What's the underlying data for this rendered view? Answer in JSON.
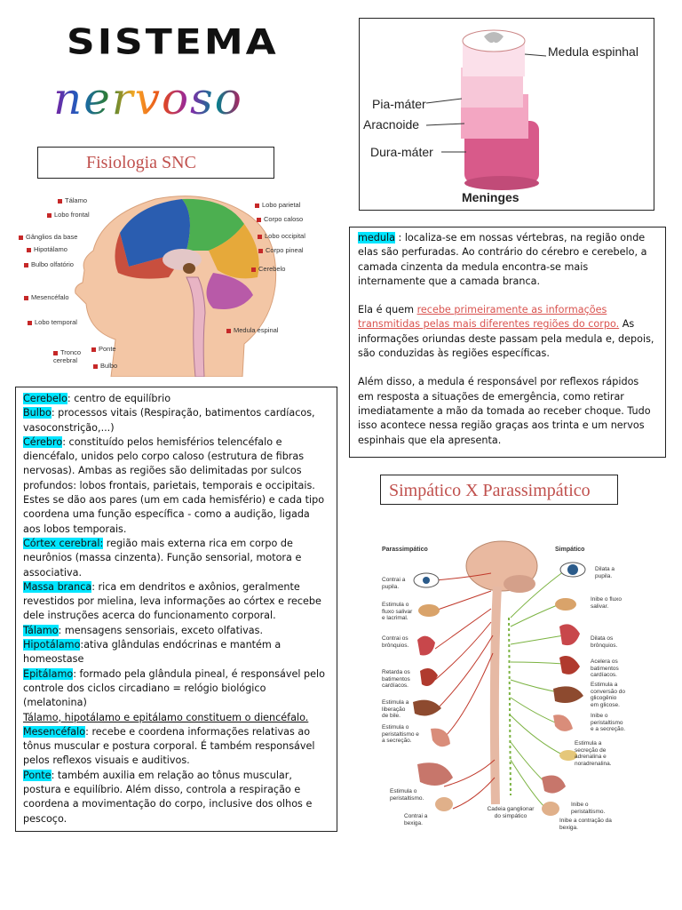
{
  "header": {
    "title_main": "SISTEMA",
    "title_script": "nervoso"
  },
  "snc": {
    "title": "Fisiologia SNC"
  },
  "brain_labels": {
    "talamo": "Tálamo",
    "lobo_frontal": "Lobo frontal",
    "ganglios_base": "Gânglios da base",
    "hipotalamo": "Hipotálamo",
    "bulbo_olfatorio": "Bulbo olfatório",
    "mesencefalo": "Mesencéfalo",
    "lobo_temporal": "Lobo temporal",
    "tronco_cerebral": "Tronco cerebral",
    "ponte": "Ponte",
    "bulbo": "Bulbo",
    "lobo_parietal": "Lobo parietal",
    "corpo_caloso": "Corpo caloso",
    "lobo_occipital": "Lobo occipital",
    "corpo_pineal": "Corpo pineal",
    "cerebelo": "Cerebelo",
    "medula_espinal": "Medula espinal"
  },
  "meninges_fig": {
    "medula_espinhal": "Medula espinhal",
    "pia_mater": "Pia-máter",
    "aracnoide": "Aracnoide",
    "dura_mater": "Dura-máter",
    "caption": "Meninges"
  },
  "left_box": {
    "cerebelo_term": "Cerebelo",
    "cerebelo_text": ": centro de equilíbrio",
    "bulbo_term": "Bulbo",
    "bulbo_text": ": processos vitais (Respiração, batimentos cardíacos, vasoconstrição,...)",
    "cerebro_term": "Cérebro",
    "cerebro_text": ": constituído pelos hemisférios telencéfalo e diencéfalo, unidos pelo corpo caloso (estrutura de fibras nervosas). Ambas as regiões são delimitadas por sulcos profundos: lobos frontais, parietais, temporais e occipitais. Estes se dão aos pares (um em cada hemisfério) e cada tipo coordena uma função específica - como a audição, ligada aos lobos temporais.",
    "cortex_term": "Córtex cerebral:",
    "cortex_text": " região mais externa rica em corpo de neurônios (massa cinzenta). Função sensorial, motora e associativa.",
    "massa_term": "Massa branca",
    "massa_text": ": rica em dendritos e axônios, geralmente revestidos por mielina, leva informações ao córtex e recebe dele instruções acerca do funcionamento corporal.",
    "talamo_term": "Tálamo",
    "talamo_text": ": mensagens sensoriais, exceto olfativas.",
    "hipotalamo_term": "Hipotálamo",
    "hipotalamo_text": ":ativa glândulas endócrinas e mantém a homeostase",
    "epitalamo_term": "Epitálamo",
    "epitalamo_text": ": formado pela glândula pineal, é responsável pelo controle dos ciclos circadiano = relógio biológico (melatonina)",
    "diencefalo_text": "Tálamo, hipotálamo e epitálamo constituem o diencéfalo.",
    "mesencefalo_term": "Mesencéfalo",
    "mesencefalo_text": ": recebe e coordena informações relativas ao tônus muscular e postura corporal. É também responsável pelos reflexos visuais e auditivos.",
    "ponte_term": "Ponte",
    "ponte_text": ": também auxilia em relação ao tônus muscular, postura e equilíbrio. Além disso, controla a respiração e coordena a movimentação do corpo, inclusive dos olhos e pescoço."
  },
  "right_box": {
    "medula_term": "medula",
    "medula_text": " : localiza-se em nossas vértebras, na região onde elas são perfuradas. Ao contrário do cérebro e cerebelo, a camada cinzenta da medula encontra-se mais internamente que a camada branca.",
    "p2_start": "Ela é quem ",
    "p2_red": "recebe primeiramente as informações transmitidas pelas mais diferentes regiões do corpo.",
    "p2_end": " As informações oriundas deste passam pela medula e, depois, são conduzidas às regiões específicas.",
    "p3": "Além disso, a medula é responsável por reflexos rápidos em resposta a situações de emergência, como retirar imediatamente a mão da tomada ao receber choque. Tudo isso acontece nessa região graças aos trinta e um nervos espinhais que ela apresenta."
  },
  "ans": {
    "title": "Simpático X Parassimpático",
    "parassimpatico": "Parassimpático",
    "simpatico": "Simpático",
    "l1": "Contrai a pupila.",
    "l2": "Estimula o fluxo salivar e lacrimal.",
    "l3": "Contrai os brônquios.",
    "l4": "Retarda os batimentos cardíacos.",
    "l5": "Estimula a liberação de bile.",
    "l6": "Estimula o peristaltismo e a secreção.",
    "l7": "Estimula o peristaltismo.",
    "l8": "Contrai a bexiga.",
    "r1": "Dilata a pupila.",
    "r2": "Inibe o fluxo salivar.",
    "r3": "Dilata os brônquios.",
    "r4": "Acelera os batimentos cardíacos.",
    "r5": "Estimula a conversão do glicogênio em glicose.",
    "r6": "Inibe o peristaltismo e a secreção.",
    "r7": "Estimula a secreção de adrenalina e noradrenalina.",
    "r8": "Inibe o peristaltismo.",
    "r9": "Inibe a contração da bexiga.",
    "chain": "Cadeia ganglionar do simpático"
  }
}
